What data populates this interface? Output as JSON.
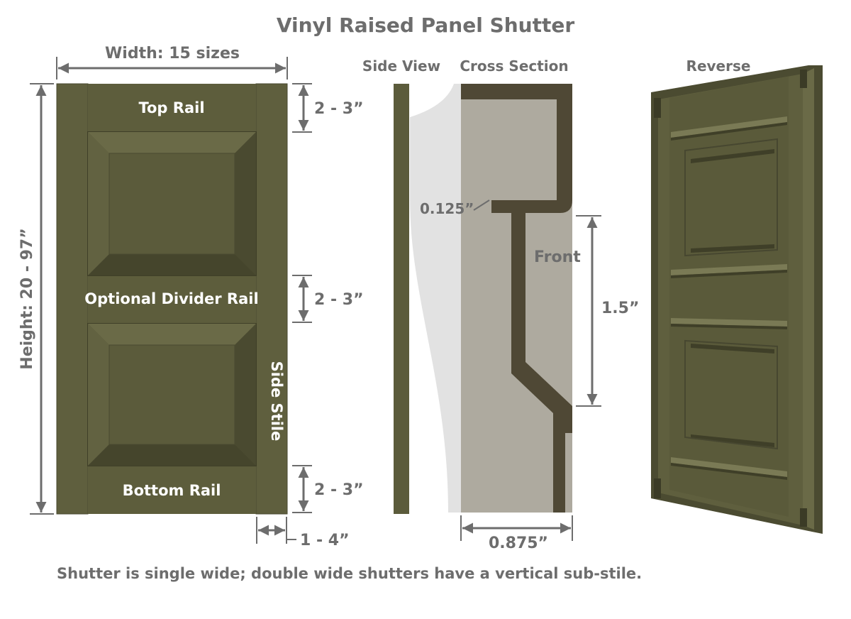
{
  "title": "Vinyl Raised Panel Shutter",
  "headings": {
    "side_view": "Side View",
    "cross_section": "Cross Section",
    "reverse": "Reverse"
  },
  "labels": {
    "width": "Width: 15 sizes",
    "height": "Height: 20 - 97”",
    "top_rail": "Top Rail",
    "divider_rail": "Optional Divider Rail",
    "bottom_rail": "Bottom Rail",
    "side_stile": "Side Stile",
    "front": "Front"
  },
  "dimensions": {
    "top_rail": "2 - 3”",
    "divider_rail": "2 - 3”",
    "bottom_rail": "2 - 3”",
    "side_stile": "1 - 4”",
    "wall_thickness": "0.125”",
    "panel_depth": "1.5”",
    "profile_depth": "0.875”"
  },
  "footnote": "Shutter is single wide; double wide shutters have a vertical sub-stile.",
  "colors": {
    "shutter": "#5b5b3b",
    "shutter_light": "#6a6a47",
    "shutter_dark": "#45452c",
    "profile": "#4f4835",
    "section_bg": "#aeaa9f",
    "side_bg": "#e2e2e2",
    "text": "#6d6d6d",
    "arrow": "#6d6d6d",
    "white": "#ffffff"
  }
}
